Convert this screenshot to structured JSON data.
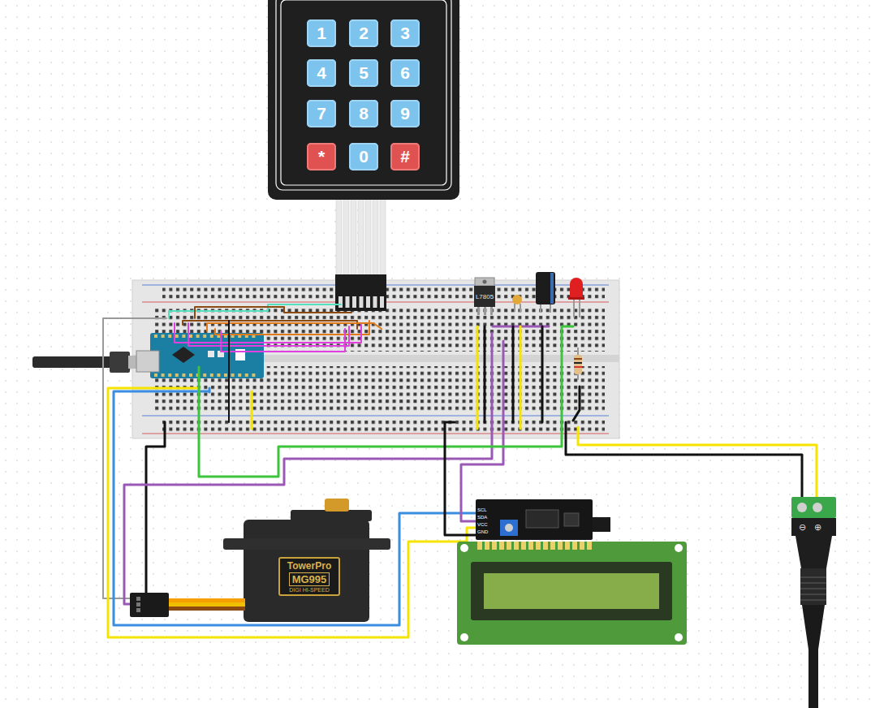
{
  "diagram": {
    "nodes": [
      {
        "text": [
          "1"
        ]
      },
      {
        "text": [
          "2"
        ]
      },
      {
        "text": [
          "3"
        ]
      },
      {
        "text": [
          "4"
        ]
      },
      {
        "text": [
          "5"
        ]
      },
      {
        "text": [
          "6"
        ]
      },
      {
        "text": [
          "7"
        ]
      },
      {
        "text": [
          "8"
        ]
      },
      {
        "text": [
          "9"
        ]
      },
      {
        "text": [
          "*"
        ]
      },
      {
        "text": [
          "0"
        ]
      },
      {
        "text": [
          "#"
        ]
      },
      {
        "text": [
          "TowerPro",
          "MG995",
          "DIGI HI-SPEED"
        ]
      }
    ],
    "labels": [
      "L7805",
      "SCL",
      "SDA",
      "VCC",
      "GND",
      "⊖",
      "⊕"
    ]
  }
}
